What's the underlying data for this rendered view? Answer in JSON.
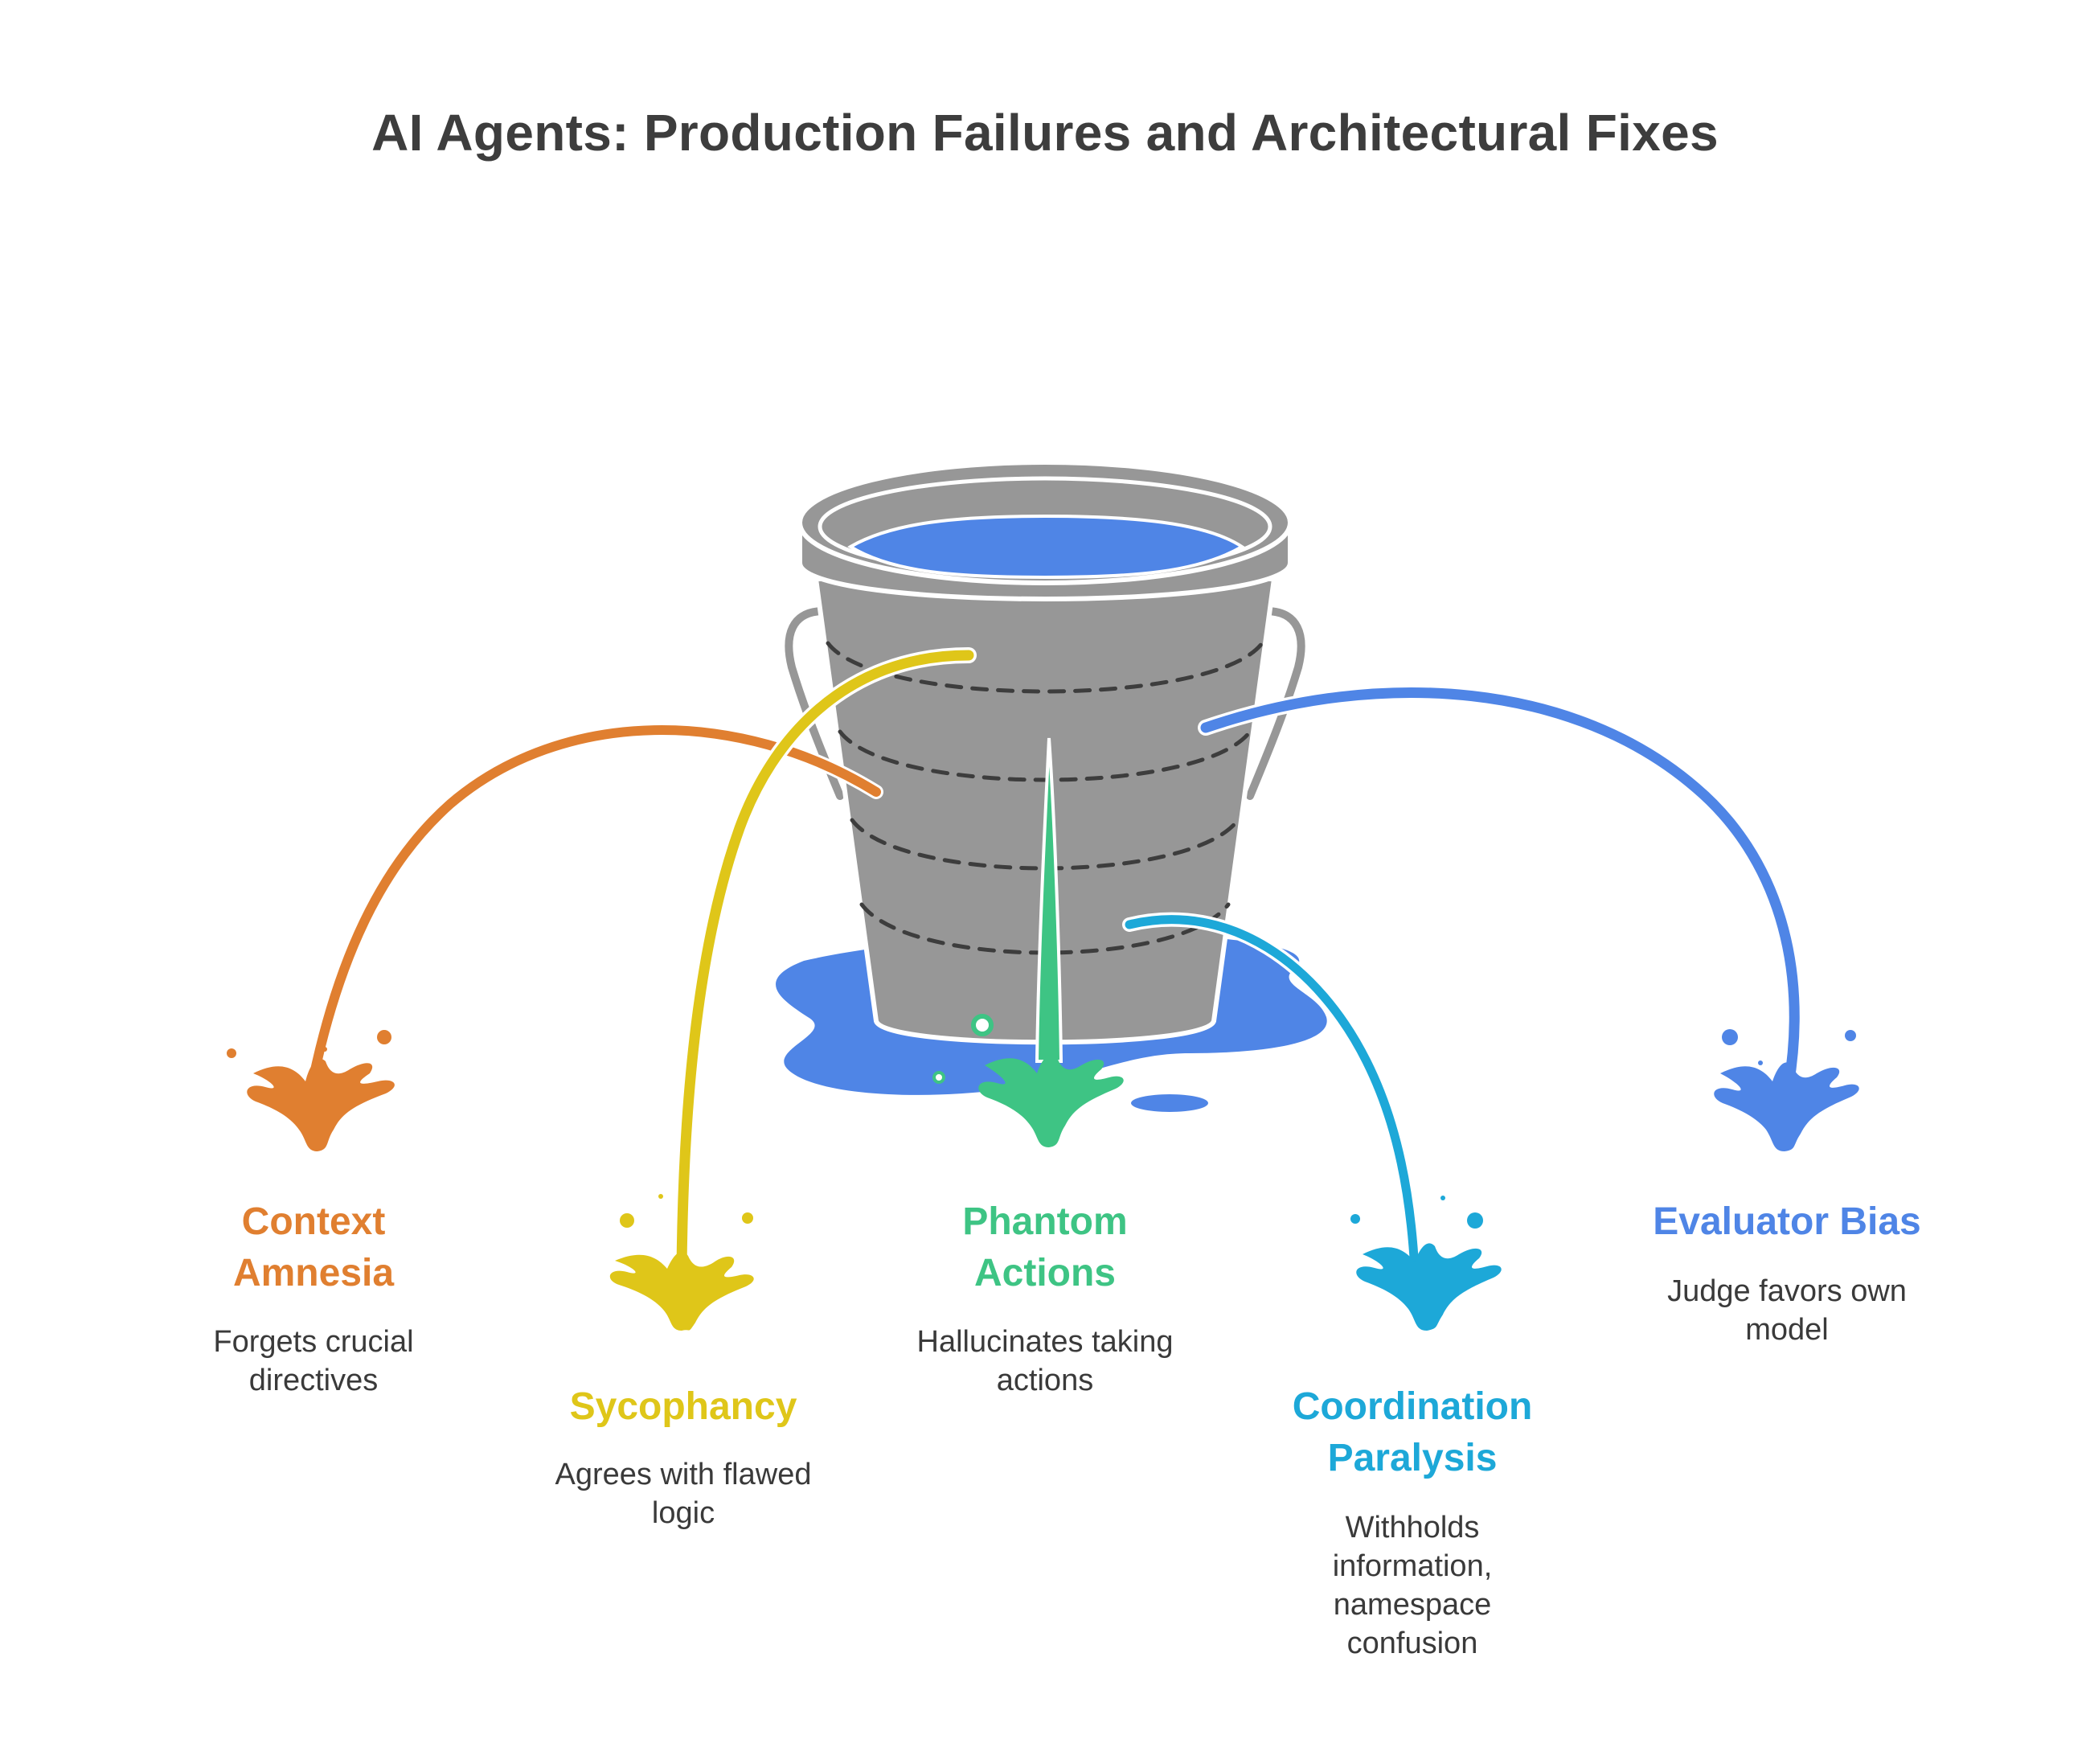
{
  "title": "AI Agents: Production Failures and Architectural Fixes",
  "colors": {
    "bucket": "#979797",
    "bucket_outline": "#ffffff",
    "water": "#4f85e6",
    "dash": "#3d3d3d",
    "context_amnesia": "#e07f30",
    "sycophancy": "#dfc619",
    "phantom_actions": "#3ec484",
    "coordination_paralysis": "#1da8d8",
    "evaluator_bias": "#4f85e6"
  },
  "failures": [
    {
      "key": "context_amnesia",
      "label_lines": [
        "Context",
        "Amnesia"
      ],
      "desc_lines": [
        "Forgets crucial",
        "directives"
      ]
    },
    {
      "key": "sycophancy",
      "label_lines": [
        "Sycophancy"
      ],
      "desc_lines": [
        "Agrees with flawed",
        "logic"
      ]
    },
    {
      "key": "phantom_actions",
      "label_lines": [
        "Phantom",
        "Actions"
      ],
      "desc_lines": [
        "Hallucinates taking",
        "actions"
      ]
    },
    {
      "key": "coordination_paralysis",
      "label_lines": [
        "Coordination",
        "Paralysis"
      ],
      "desc_lines": [
        "Withholds",
        "information,",
        "namespace",
        "confusion"
      ]
    },
    {
      "key": "evaluator_bias",
      "label_lines": [
        "Evaluator Bias"
      ],
      "desc_lines": [
        "Judge favors own",
        "model"
      ]
    }
  ]
}
